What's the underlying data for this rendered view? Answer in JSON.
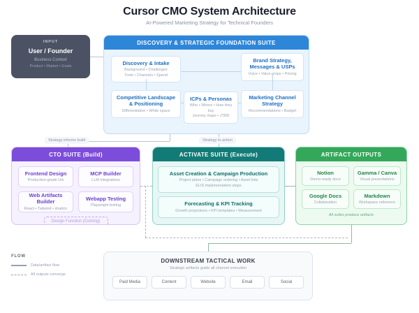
{
  "header": {
    "title": "Cursor CMO System Architecture",
    "subtitle": "AI-Powered Marketing Strategy for Technical Founders"
  },
  "input_node": {
    "label": "INPUT",
    "name": "User / Founder",
    "sub1": "Business Context",
    "sub2": "Product • Market • Goals"
  },
  "discovery_suite": {
    "header": "DISCOVERY & STRATEGIC FOUNDATION SUITE",
    "cards": [
      {
        "title": "Discovery & Intake",
        "sub": "Background • Challenges\nTools • Channels • Spend"
      },
      {
        "title": "Brand Strategy,\nMessages & USPs",
        "sub": "Voice • Value props • Pricing"
      },
      {
        "title": "Competitive Landscape\n& Positioning",
        "sub": "Differentiation • White space"
      },
      {
        "title": "ICPs & Personas",
        "sub": "Who • Where • How they buy\nJourney maps • JTBD"
      },
      {
        "title": "Marketing Channel\nStrategy",
        "sub": "Recommendations • Budget"
      }
    ]
  },
  "cto_suite": {
    "header": "CTO SUITE (Build)",
    "cards": [
      {
        "title": "Frontend Design",
        "sub": "Production-grade UIs"
      },
      {
        "title": "MCP Builder",
        "sub": "LLM integrations"
      },
      {
        "title": "Web Artifacts Builder",
        "sub": "React • Tailwind • shadcn"
      },
      {
        "title": "Webapp Testing",
        "sub": "Playwright testing"
      }
    ],
    "coming_soon": "Design Function (Coming)"
  },
  "activate_suite": {
    "header": "ACTIVATE SUITE (Execute)",
    "cards": [
      {
        "title": "Asset Creation & Campaign Production",
        "sub": "Project plans • Campaign ordering • Asset lists\nELIS implementation steps"
      },
      {
        "title": "Forecasting & KPI Tracking",
        "sub": "Growth projections • KPI templates • Measurement"
      }
    ]
  },
  "artifact_outputs": {
    "header": "ARTIFACT OUTPUTS",
    "cards": [
      {
        "title": "Notion",
        "sub": "Demo-ready docs"
      },
      {
        "title": "Gamma / Canva",
        "sub": "Visual presentations"
      },
      {
        "title": "Google Docs",
        "sub": "Collaboration"
      },
      {
        "title": "Markdown",
        "sub": "Workspace reference"
      }
    ],
    "note": "All suites produce artifacts"
  },
  "downstream": {
    "title": "DOWNSTREAM TACTICAL WORK",
    "subtitle": "Strategic artifacts guide all channel execution",
    "channels": [
      "Paid Media",
      "Content",
      "Website",
      "Email",
      "Social"
    ]
  },
  "flow_labels": {
    "strategy_informs_build": "Strategy informs build",
    "strategy_to_action": "Strategy to action"
  },
  "legend": {
    "title": "FLOW",
    "items": [
      {
        "label": "Data/artifact flow",
        "style": "solid"
      },
      {
        "label": "All outputs converge",
        "style": "dashed"
      }
    ]
  },
  "colors": {
    "discovery": "#2e86d9",
    "cto": "#7c4ddb",
    "activate": "#137b77",
    "artifacts": "#34a85a",
    "input": "#4b5263",
    "downstream": "#f8fafc"
  }
}
